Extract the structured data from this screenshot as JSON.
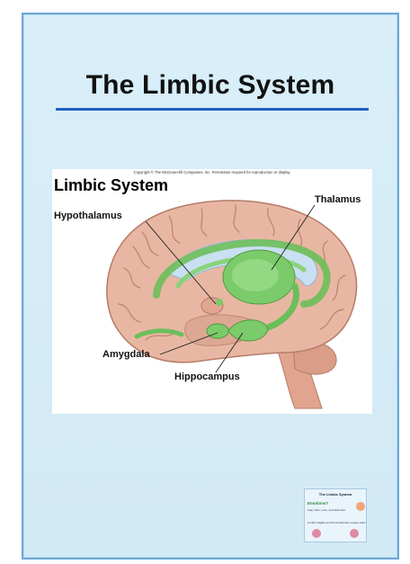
{
  "document": {
    "title": "The Limbic System"
  },
  "figure": {
    "copyright": "Copyright © The McGraw-Hill Companies, Inc. Permission required for reproduction or display.",
    "heading": "Limbic System",
    "labels": {
      "thalamus": "Thalamus",
      "hypothalamus": "Hypothalamus",
      "amygdala": "Amygdala",
      "hippocampus": "Hippocampus"
    }
  },
  "thumbnail": {
    "title": "The Limbic System",
    "subtitle": "Emotions?",
    "line1": "Fear, Pain, Love, and Self-Care",
    "line2": "Limbic insights and the frontal lobe to keep calm!"
  },
  "colors": {
    "brain": "#e8b7a3",
    "brain_fold": "#c48873",
    "limbic": "#7ccb6a",
    "ventricle": "#c9dff2",
    "rule": "#1f5fc0"
  }
}
